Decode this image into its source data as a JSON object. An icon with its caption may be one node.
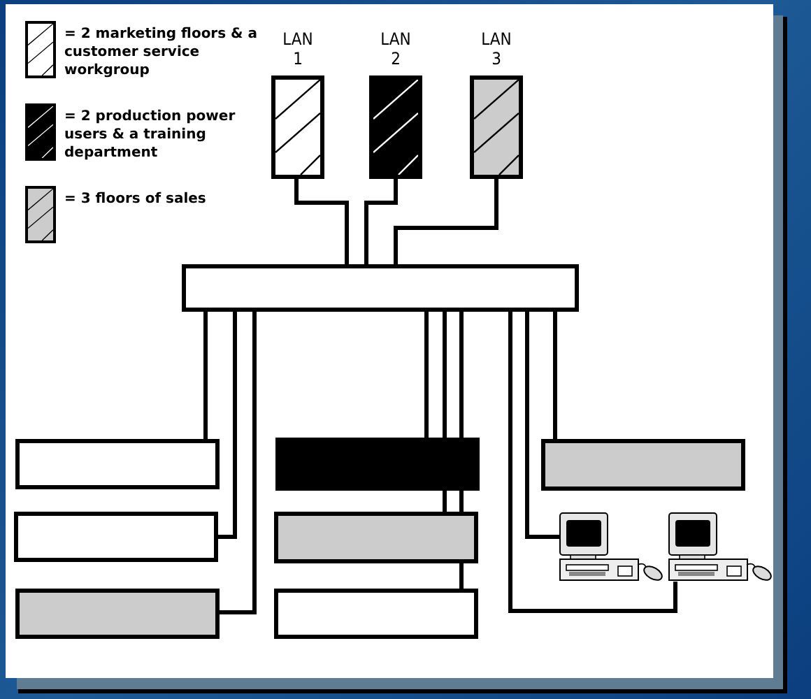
{
  "diagram": {
    "nodes": [
      {
        "text": [
          "LAN 1"
        ]
      },
      {
        "text": [
          "LAN 2"
        ]
      },
      {
        "text": [
          "LAN 3"
        ]
      },
      {
        "text": [],
        "shape": "box"
      },
      {
        "text": [],
        "shape": "box"
      },
      {
        "text": [],
        "shape": "box"
      },
      {
        "text": [],
        "shape": "box"
      },
      {
        "text": [],
        "shape": "box"
      },
      {
        "text": [],
        "shape": "box"
      },
      {
        "text": [],
        "shape": "box"
      },
      {
        "text": [],
        "shape": "box"
      },
      {
        "text": [],
        "shape": "picture"
      },
      {
        "text": [],
        "shape": "picture"
      }
    ],
    "edges": [
      {
        "from": 0,
        "to": 3,
        "arrow": "none"
      },
      {
        "from": 1,
        "to": 3,
        "arrow": "none"
      },
      {
        "from": 2,
        "to": 3,
        "arrow": "none"
      },
      {
        "from": 3,
        "to": 4,
        "arrow": "none"
      },
      {
        "from": 3,
        "to": 5,
        "arrow": "none"
      },
      {
        "from": 3,
        "to": 6,
        "arrow": "none"
      },
      {
        "from": 3,
        "to": 7,
        "arrow": "none"
      },
      {
        "from": 3,
        "to": 7,
        "arrow": "none"
      },
      {
        "from": 3,
        "to": 7,
        "arrow": "none"
      },
      {
        "from": 7,
        "to": 8,
        "arrow": "none"
      },
      {
        "from": 7,
        "to": 8,
        "arrow": "none"
      },
      {
        "from": 8,
        "to": 9,
        "arrow": "none"
      },
      {
        "from": 3,
        "to": 10,
        "arrow": "none"
      },
      {
        "from": 3,
        "to": 11,
        "arrow": "none"
      },
      {
        "from": 3,
        "to": 12,
        "arrow": "none"
      }
    ],
    "legend": [
      {
        "text": "= 2 marketing floors & a customer service workgroup",
        "color": "#ffffff"
      },
      {
        "text": "= 2 production power users & a training department",
        "color": "#000000"
      },
      {
        "text": "= 3 floors of sales",
        "color": "#cccccc"
      }
    ]
  }
}
